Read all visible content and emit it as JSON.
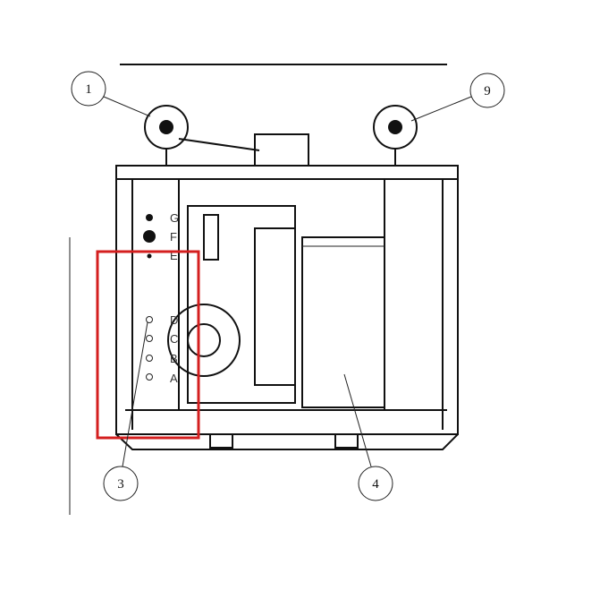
{
  "callouts": [
    "1",
    "9",
    "3",
    "4"
  ],
  "panel_labels": [
    "G",
    "F",
    "E",
    "D",
    "C",
    "B",
    "A"
  ],
  "highlight_color": "#d41f1f"
}
